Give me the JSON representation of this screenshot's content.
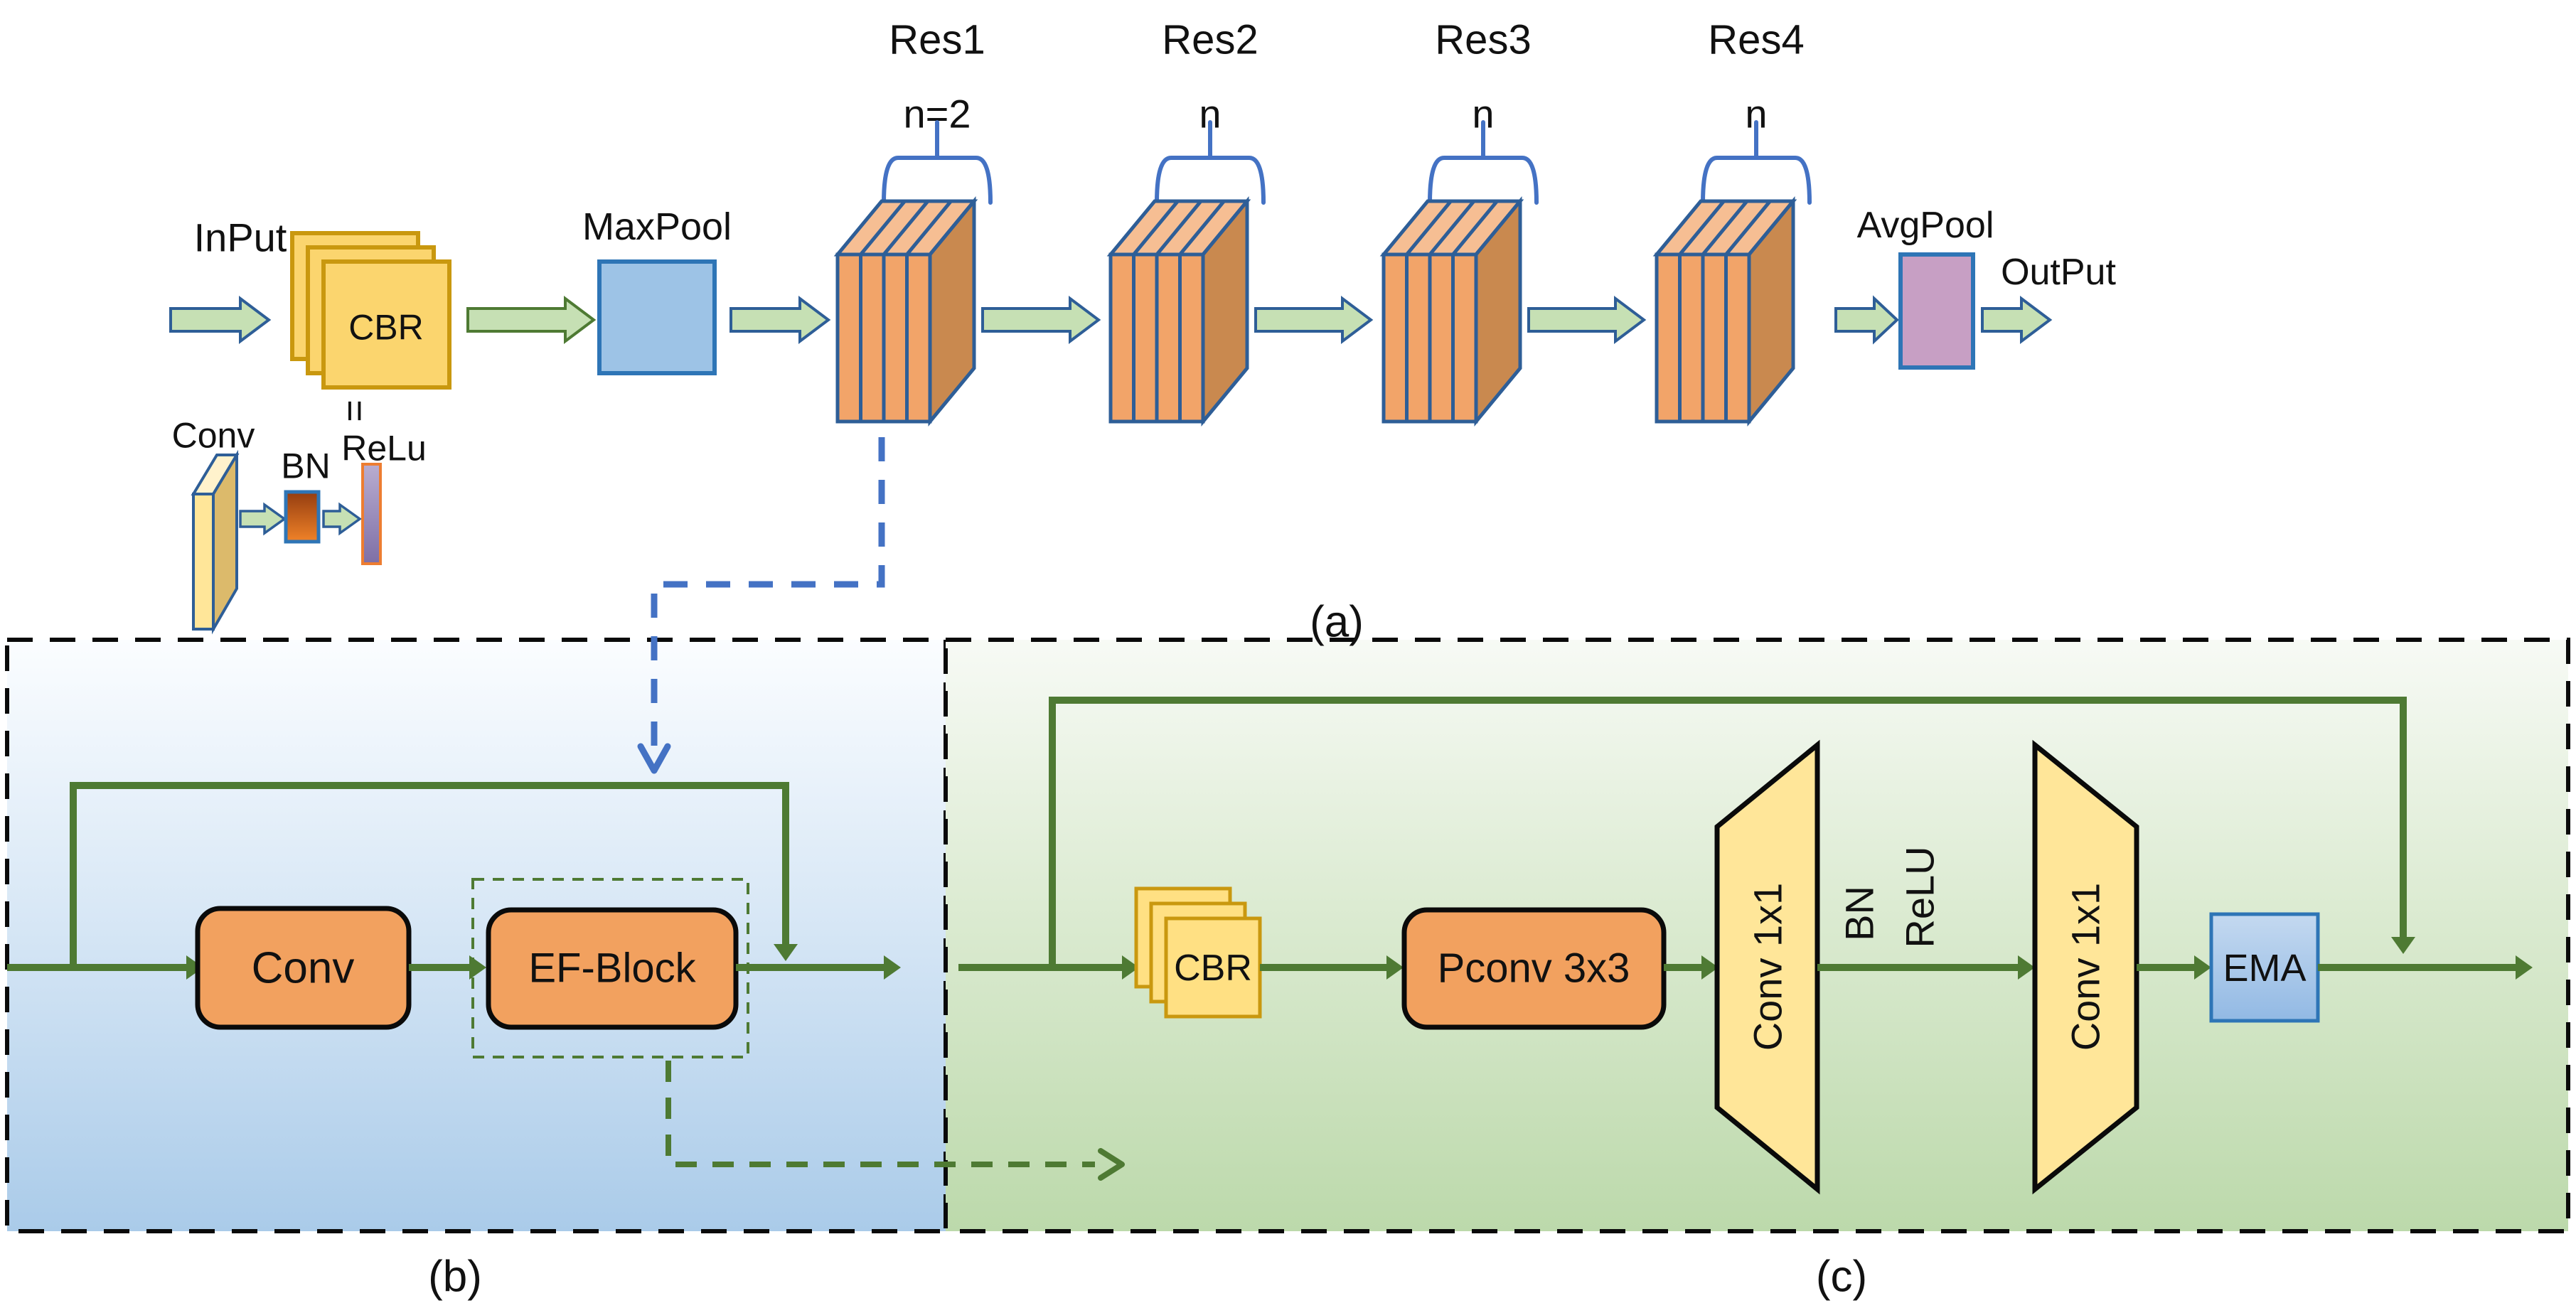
{
  "panel_a": {
    "input_label": "InPut",
    "cbr_label": "CBR",
    "equals_symbol": "=",
    "maxpool_label": "MaxPool",
    "avgpool_label": "AvgPool",
    "output_label": "OutPut",
    "caption": "(a)",
    "legend": {
      "conv_label": "Conv",
      "bn_label": "BN",
      "relu_label": "ReLu"
    },
    "res_blocks": [
      {
        "name": "Res1",
        "count": "n=2"
      },
      {
        "name": "Res2",
        "count": "n"
      },
      {
        "name": "Res3",
        "count": "n"
      },
      {
        "name": "Res4",
        "count": "n"
      }
    ]
  },
  "panel_b": {
    "conv_label": "Conv",
    "ef_block_label": "EF-Block",
    "caption": "(b)"
  },
  "panel_c": {
    "cbr_label": "CBR",
    "pconv_label": "Pconv 3x3",
    "conv1x1_first_label": "Conv 1x1",
    "bn_label": "BN",
    "relu_label": "ReLU",
    "conv1x1_second_label": "Conv 1x1",
    "ema_label": "EMA",
    "caption": "(c)"
  },
  "colors": {
    "flow_green": "#4E7A33",
    "arrow_fill": "#C6E0B4",
    "arrow_border_blue": "#2E5E97",
    "res_front": "#F2A469",
    "res_top": "#F6BE93",
    "res_side": "#C9894F",
    "cbr_yellow": "#FBD56E",
    "cbr_border": "#C9980F",
    "maxpool_blue": "#9DC3E6",
    "avgpool_purple": "#C79FC4",
    "pool_border": "#2E75B6",
    "block_orange": "#F2A15F",
    "trapezoid_yellow": "#FFE699",
    "brace_blue": "#4472C4",
    "dashed_blue": "#4472C4"
  }
}
